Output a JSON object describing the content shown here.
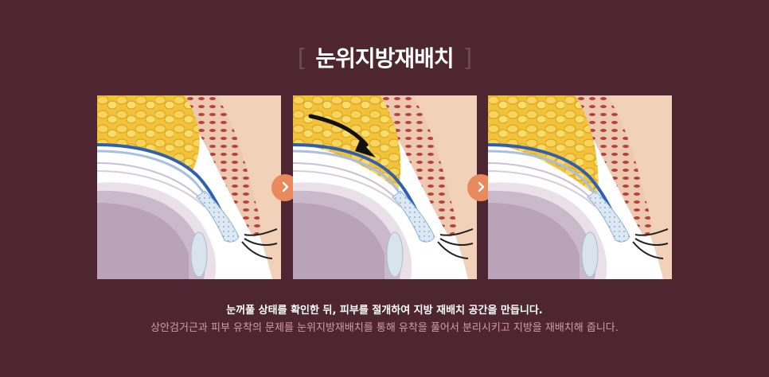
{
  "title": {
    "text": "눈위지방재배치",
    "bracket_open": "[",
    "bracket_close": "]"
  },
  "panels": [
    {
      "state": "before"
    },
    {
      "state": "fat-relocation",
      "arrow": "fat-movement-arrow"
    },
    {
      "state": "after"
    }
  ],
  "steps": {
    "icon": "chevron-right-icon",
    "glyph": "›"
  },
  "description": {
    "line1": "눈꺼풀 상태를 확인한 뒤, 피부를 절개하여 지방 재배치 공간을 만듭니다.",
    "line2": "상안검거근과 피부 유착의 문제를 눈위지방재배치를 통해 유착을 풀어서 분리시키고 지방을 재배치해 줍니다."
  },
  "colors": {
    "background": "#4d2632",
    "accent": "#e98a5c",
    "subtext": "#d59aa6",
    "bracket": "#6e4a54"
  }
}
